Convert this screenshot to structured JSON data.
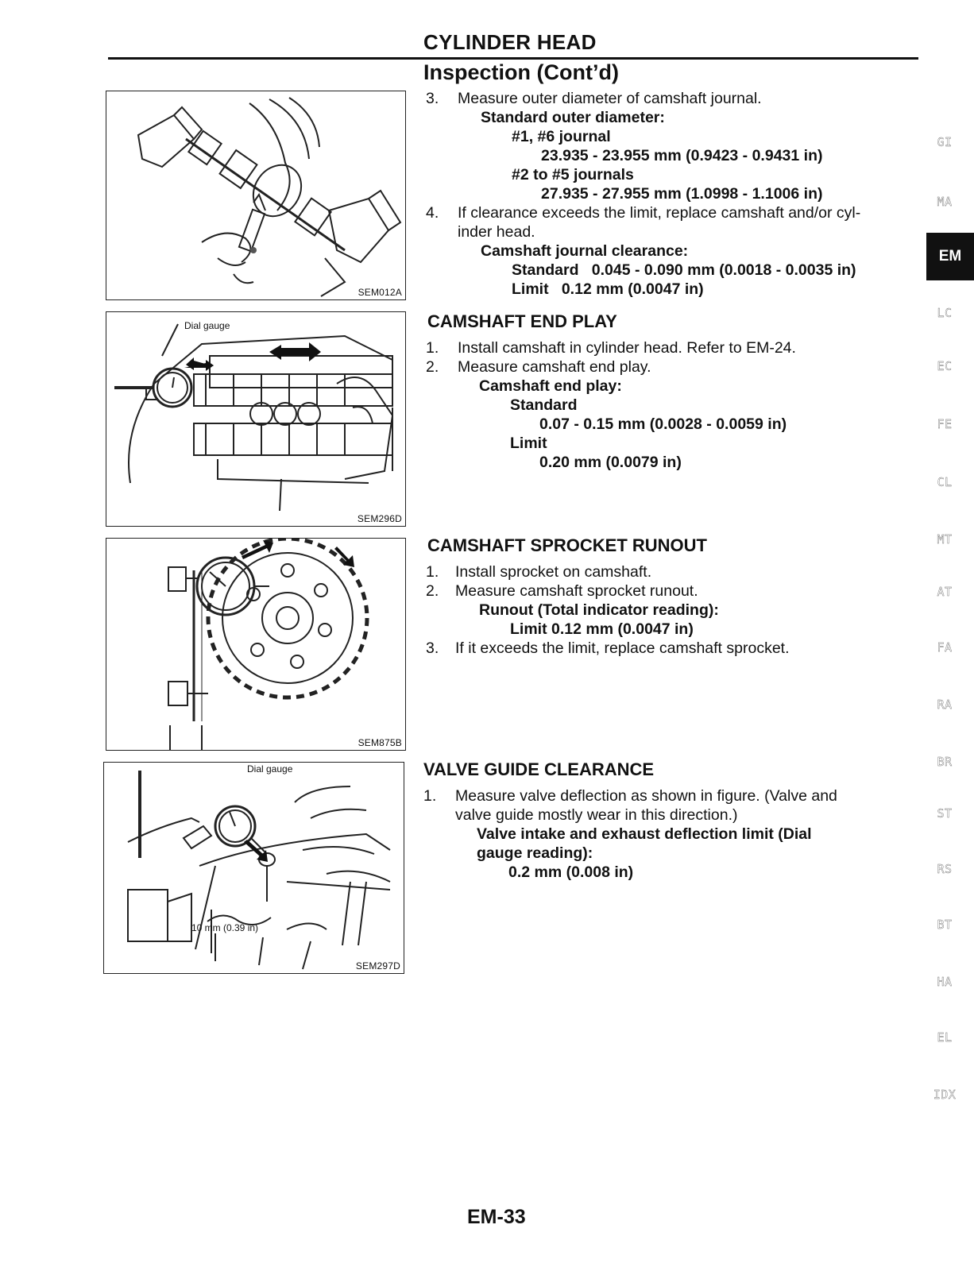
{
  "header": {
    "title": "CYLINDER HEAD",
    "subtitle": "Inspection (Cont’d)"
  },
  "figures": {
    "fig1": {
      "code": "SEM012A"
    },
    "fig2": {
      "code": "SEM296D",
      "label": "Dial gauge"
    },
    "fig3": {
      "code": "SEM875B"
    },
    "fig4": {
      "code": "SEM297D",
      "label": "Dial gauge",
      "dimension": "10 mm (0.39 in)"
    }
  },
  "journal": {
    "step3_num": "3.",
    "step3_text": "Measure outer diameter of camshaft journal.",
    "spec_title": "Standard outer diameter:",
    "j16_label": "#1, #6 journal",
    "j16_value": "23.935 - 23.955 mm (0.9423 - 0.9431 in)",
    "j25_label": "#2 to #5 journals",
    "j25_value": "27.935 - 27.955 mm (1.0998 - 1.1006 in)",
    "step4_num": "4.",
    "step4_text_1": "If clearance exceeds the limit, replace camshaft and/or cyl-",
    "step4_text_2": "inder head.",
    "clearance_title": "Camshaft journal clearance:",
    "standard": "Standard   0.045 - 0.090 mm (0.0018 - 0.0035 in)",
    "limit": "Limit   0.12 mm (0.0047 in)"
  },
  "endplay": {
    "heading": "CAMSHAFT END PLAY",
    "s1_num": "1.",
    "s1_text": "Install camshaft in cylinder head. Refer to EM-24.",
    "s2_num": "2.",
    "s2_text": "Measure camshaft end play.",
    "spec_title": "Camshaft end play:",
    "standard_label": "Standard",
    "standard_value": "0.07 - 0.15 mm (0.0028 - 0.0059 in)",
    "limit_label": "Limit",
    "limit_value": "0.20 mm (0.0079 in)"
  },
  "runout": {
    "heading": "CAMSHAFT SPROCKET RUNOUT",
    "s1_num": "1.",
    "s1_text": "Install sprocket on camshaft.",
    "s2_num": "2.",
    "s2_text": "Measure camshaft sprocket runout.",
    "spec_title": "Runout (Total indicator reading):",
    "limit": "Limit 0.12 mm (0.0047 in)",
    "s3_num": "3.",
    "s3_text": "If it exceeds the limit, replace camshaft sprocket."
  },
  "guide": {
    "heading": "VALVE GUIDE CLEARANCE",
    "s1_num": "1.",
    "s1_text_1": "Measure valve deflection as shown in figure. (Valve and",
    "s1_text_2": "valve guide mostly wear in this direction.)",
    "spec_1": "Valve intake and exhaust deflection limit (Dial",
    "spec_2": "gauge reading):",
    "value": "0.2 mm (0.008 in)"
  },
  "side_tabs": [
    "GI",
    "MA",
    "EM",
    "LC",
    "EC",
    "FE",
    "CL",
    "MT",
    "AT",
    "FA",
    "RA",
    "BR",
    "ST",
    "RS",
    "BT",
    "HA",
    "EL",
    "IDX"
  ],
  "active_tab": "EM",
  "footer": {
    "page": "EM-33"
  }
}
